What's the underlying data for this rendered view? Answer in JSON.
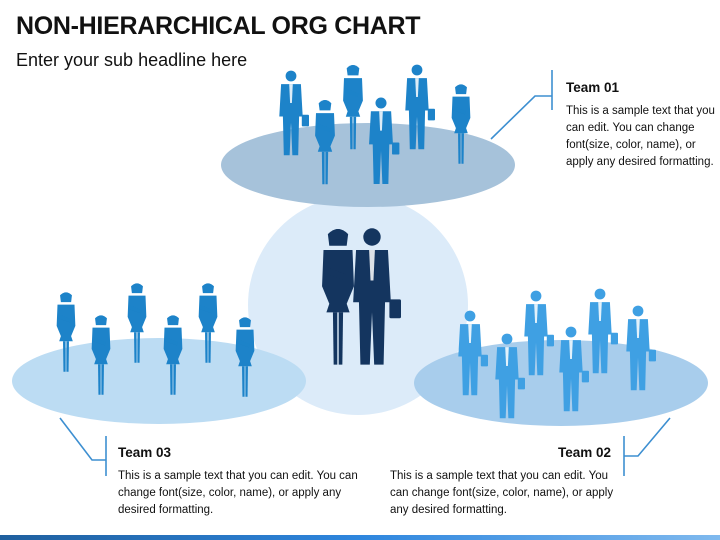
{
  "title": "NON-HIERARCHICAL ORG CHART",
  "subtitle": "Enter your sub headline here",
  "colors": {
    "center_circle": "#dcebf9",
    "team_platform_top": "#a6c2da",
    "team_platform_bottom": "#bcdcf3",
    "team_people_dark": "#1d83c9",
    "team_people_light": "#3fa0e3",
    "center_people": "#14355f",
    "connector": "#3d8fd1",
    "accent_bar": "#2e86de"
  },
  "teams": [
    {
      "title": "Team 01",
      "body": "This is a sample text that you can edit. You can change font(size, color, name), or apply any desired formatting."
    },
    {
      "title": "Team 02",
      "body": "This is a sample text that you can edit. You can change font(size, color, name), or apply any desired formatting."
    },
    {
      "title": "Team 03",
      "body": "This is a sample text that you can edit. You can change font(size, color, name), or apply any desired formatting."
    }
  ],
  "icons": [
    "businessman-icon",
    "businesswoman-icon",
    "business-pair-icon"
  ]
}
